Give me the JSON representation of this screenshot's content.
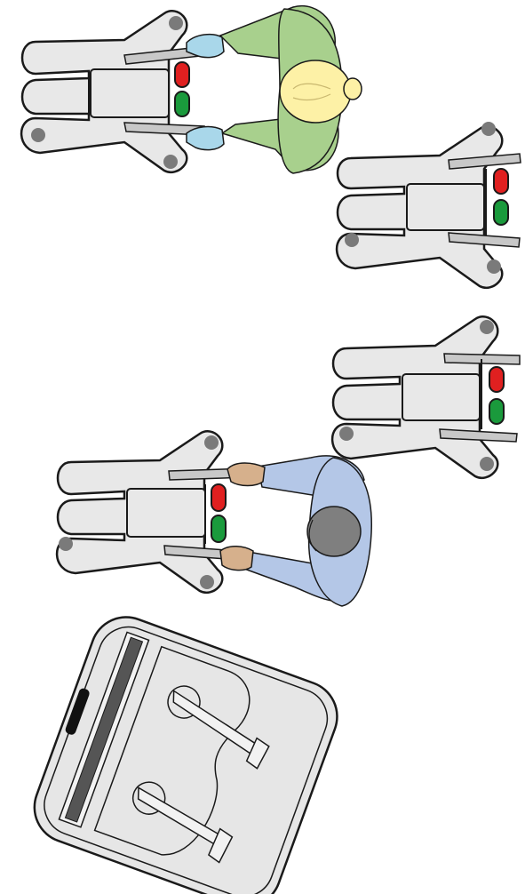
{
  "scene": {
    "description_items": [
      "handheld-controller-operator-green",
      "handheld-controller-idle-top",
      "handheld-controller-idle-middle",
      "handheld-controller-operator-blue",
      "pedal-box"
    ]
  },
  "colors": {
    "outline": "#1a1a1a",
    "controller_body": "#e8e8e8",
    "controller_button_stop": "#e02020",
    "controller_button_go": "#1a9a3c",
    "joint_dot": "#7a7a7a",
    "bar": "#c8c8c8",
    "operator1_shirt": "#a8d08d",
    "operator1_hair": "#fdf1a6",
    "operator1_glove": "#a9d7ea",
    "operator2_shirt": "#b4c7e7",
    "operator2_hair": "#7f7f7f",
    "operator2_skin": "#d6b08c",
    "pedal_body": "#e6e6e6",
    "pedal_dark": "#555555",
    "pedal_black": "#111111"
  },
  "items": [
    {
      "id": "controller-1",
      "operator": "operator-1",
      "state": "held"
    },
    {
      "id": "controller-2",
      "operator": "",
      "state": "idle"
    },
    {
      "id": "controller-3",
      "operator": "",
      "state": "idle"
    },
    {
      "id": "controller-4",
      "operator": "operator-2",
      "state": "held"
    },
    {
      "id": "pedal-box-1",
      "type": "pedal-box"
    }
  ]
}
